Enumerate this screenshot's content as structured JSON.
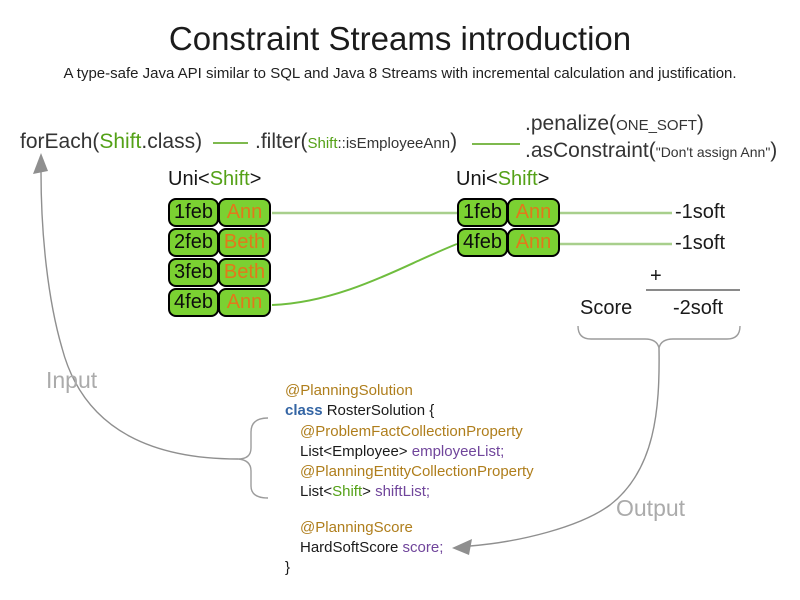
{
  "title": "Constraint Streams introduction",
  "subtitle": "A type-safe Java API similar to SQL and Java 8 Streams with incremental calculation and justification.",
  "expression": {
    "foreach": {
      "fn_open": "forEach(",
      "arg_type": "Shift",
      "suffix": ".class)"
    },
    "filter": {
      "fn_open": ".filter(",
      "arg_type": "Shift",
      "arg_method": "::isEmployeeAnn",
      "close": ")"
    },
    "penalize": {
      "fn_open": ".penalize(",
      "arg": "ONE_SOFT",
      "close": ")"
    },
    "as_constraint": {
      "fn_open": ".asConstraint(",
      "arg": "\"Don't assign Ann\"",
      "close": ")"
    }
  },
  "left_stream": {
    "type_prefix": "Uni<",
    "type_name": "Shift",
    "type_suffix": ">",
    "rows": [
      {
        "date": "1feb",
        "employee": "Ann"
      },
      {
        "date": "2feb",
        "employee": "Beth"
      },
      {
        "date": "3feb",
        "employee": "Beth"
      },
      {
        "date": "4feb",
        "employee": "Ann"
      }
    ]
  },
  "right_stream": {
    "type_prefix": "Uni<",
    "type_name": "Shift",
    "type_suffix": ">",
    "rows": [
      {
        "date": "1feb",
        "employee": "Ann"
      },
      {
        "date": "4feb",
        "employee": "Ann"
      }
    ]
  },
  "scores": {
    "penalties": [
      "-1soft",
      "-1soft"
    ],
    "plus_sign": "+",
    "score_label": "Score",
    "total": "-2soft"
  },
  "labels": {
    "input": "Input",
    "output": "Output"
  },
  "code": {
    "lines": [
      {
        "tokens": [
          {
            "text": "@PlanningSolution",
            "style": "annotation"
          }
        ]
      },
      {
        "tokens": [
          {
            "text": "class",
            "style": "keyword"
          },
          {
            "text": " RosterSolution {",
            "style": "plain"
          }
        ]
      },
      {
        "tokens": [
          {
            "text": "@ProblemFactCollectionProperty",
            "style": "annotation"
          }
        ]
      },
      {
        "tokens": [
          {
            "text": "List<Employee> ",
            "style": "plain"
          },
          {
            "text": "employeeList;",
            "style": "field"
          }
        ]
      },
      {
        "tokens": [
          {
            "text": "@PlanningEntityCollectionProperty",
            "style": "annotation"
          }
        ]
      },
      {
        "tokens": [
          {
            "text": "List<",
            "style": "plain"
          },
          {
            "text": "Shift",
            "style": "type"
          },
          {
            "text": "> ",
            "style": "plain"
          },
          {
            "text": "shiftList;",
            "style": "field"
          }
        ]
      },
      {
        "tokens": []
      },
      {
        "tokens": [
          {
            "text": "@PlanningScore",
            "style": "annotation"
          }
        ]
      },
      {
        "tokens": [
          {
            "text": "HardSoftScore ",
            "style": "plain"
          },
          {
            "text": "score;",
            "style": "field"
          }
        ]
      },
      {
        "tokens": [
          {
            "text": "}",
            "style": "plain"
          }
        ]
      }
    ]
  },
  "colors": {
    "type_green": "#54A117",
    "table_fill_green": "#7BD132",
    "employee_orange": "#E2791B",
    "pale_connector_green": "#A8CF8C",
    "vivid_connector_green": "#6FBD3E",
    "dash_green": "#7EB94E",
    "arrow_gray": "#8F8F8F",
    "label_gray": "#ABABAB",
    "annotation_brown": "#AF7E1C",
    "keyword_blue": "#3465A4",
    "field_purple": "#70459B"
  }
}
